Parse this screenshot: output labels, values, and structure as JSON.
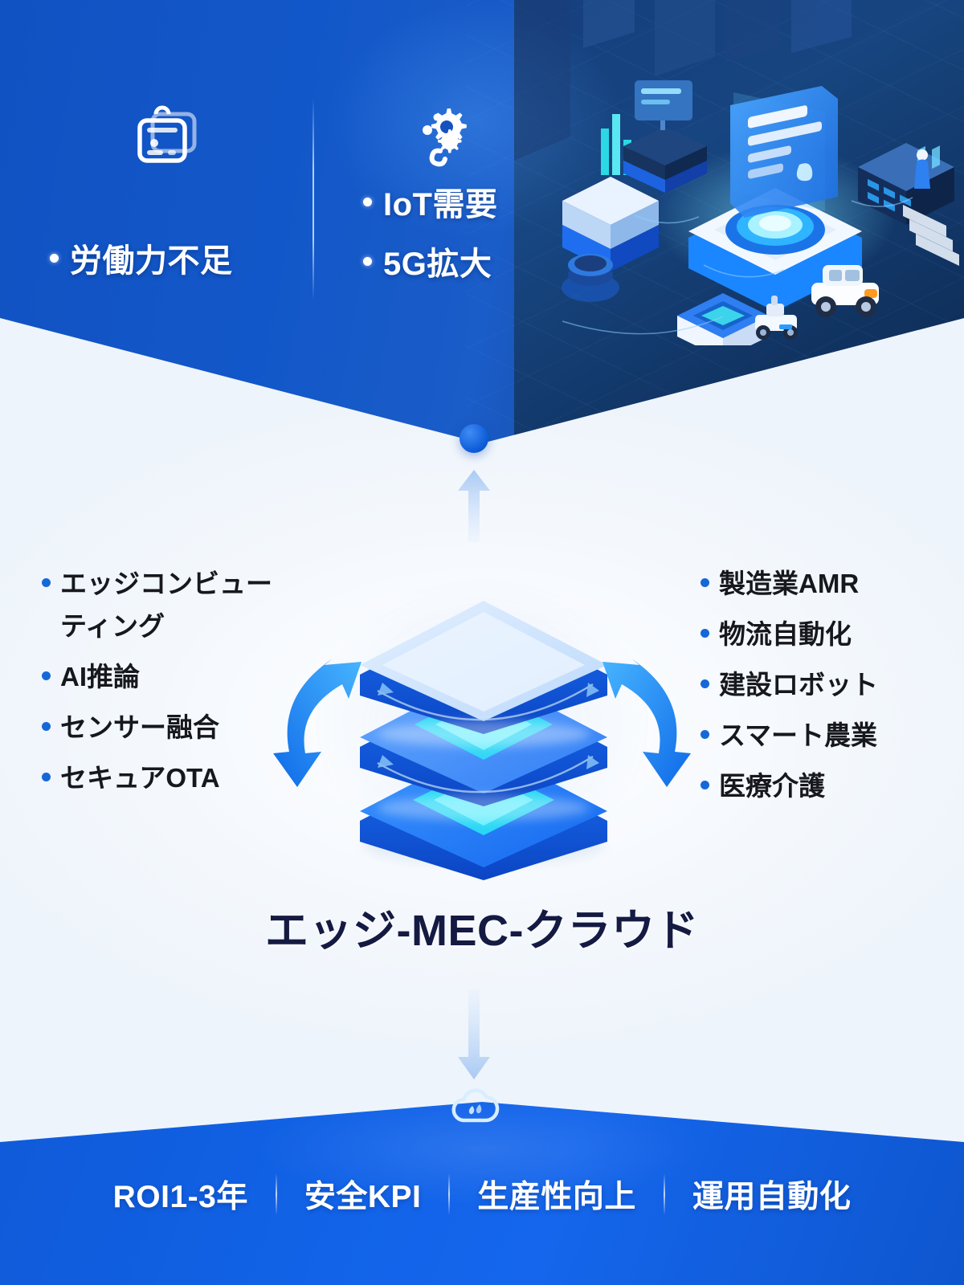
{
  "top": {
    "left_icon": "clipboard-card-icon",
    "right_icon": "gear-cluster-icon",
    "left_items": [
      {
        "label": "労働力不足"
      }
    ],
    "right_items": [
      {
        "label": "IoT需要"
      },
      {
        "label": "5G拡大"
      }
    ]
  },
  "middle": {
    "title": "エッジ-MEC-クラウド",
    "left_items": [
      {
        "line1": "エッジコンビュー",
        "line2": "ティング"
      },
      {
        "line1": "AI推論"
      },
      {
        "line1": "センサー融合"
      },
      {
        "line1": "セキュアOTA"
      }
    ],
    "right_items": [
      {
        "line1": "製造業AMR"
      },
      {
        "line1": "物流自動化"
      },
      {
        "line1": "建設ロボット"
      },
      {
        "line1": "スマート農業"
      },
      {
        "line1": "医療介護"
      }
    ],
    "up_arrow_icon": "arrow-up-icon",
    "down_arrow_icon": "arrow-down-icon",
    "stack_icon": "three-layer-stack-icon",
    "exchange_icon": "bidirectional-arrows-icon"
  },
  "bottom": {
    "icon": "cloud-icon",
    "items": [
      {
        "label": "ROI1-3年"
      },
      {
        "label": "安全KPI"
      },
      {
        "label": "生産性向上"
      },
      {
        "label": "運用自動化"
      }
    ]
  },
  "colors": {
    "top_blue": "#1152c2",
    "top_deep_blue": "#103a74",
    "bottom_blue": "#1263e8",
    "accent_dot": "#1668d8",
    "title_navy": "#141a42",
    "layer_light": "#cfe3fb",
    "layer_mid": "#3d8bf7",
    "layer_bottom": "#1f7df7",
    "layer_edge": "#0b4fd8",
    "glow_cyan": "#25e6f5"
  }
}
